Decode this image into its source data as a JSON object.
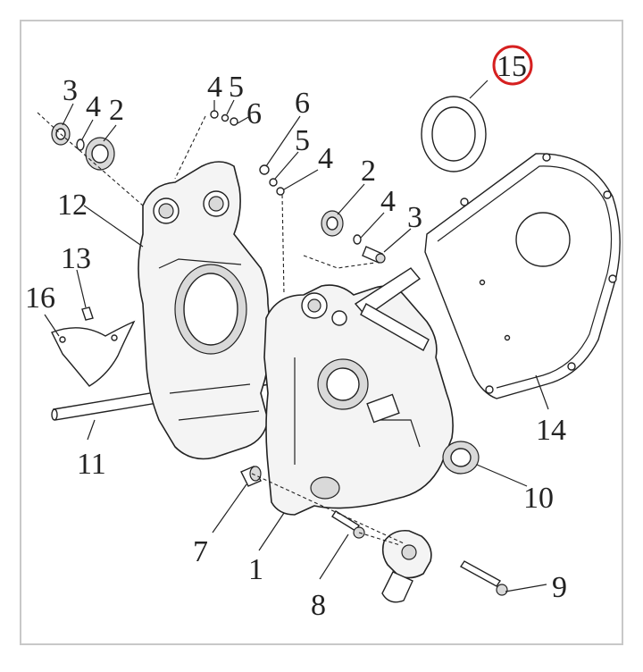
{
  "callouts": [
    {
      "id": "3a",
      "text": "3"
    },
    {
      "id": "4a",
      "text": "4"
    },
    {
      "id": "2a",
      "text": "2"
    },
    {
      "id": "4b",
      "text": "4"
    },
    {
      "id": "5a",
      "text": "5"
    },
    {
      "id": "6a",
      "text": "6"
    },
    {
      "id": "6b",
      "text": "6"
    },
    {
      "id": "5b",
      "text": "5"
    },
    {
      "id": "4c",
      "text": "4"
    },
    {
      "id": "2b",
      "text": "2"
    },
    {
      "id": "4d",
      "text": "4"
    },
    {
      "id": "3b",
      "text": "3"
    },
    {
      "id": "12",
      "text": "12"
    },
    {
      "id": "13",
      "text": "13"
    },
    {
      "id": "16",
      "text": "16"
    },
    {
      "id": "11",
      "text": "11"
    },
    {
      "id": "14",
      "text": "14"
    },
    {
      "id": "10",
      "text": "10"
    },
    {
      "id": "7",
      "text": "7"
    },
    {
      "id": "1",
      "text": "1"
    },
    {
      "id": "8",
      "text": "8"
    },
    {
      "id": "9",
      "text": "9"
    },
    {
      "id": "15",
      "text": "15"
    }
  ],
  "highlighted_part": "15",
  "colors": {
    "line": "#222222",
    "highlight": "#d62020",
    "frame": "#c8c8c8"
  }
}
